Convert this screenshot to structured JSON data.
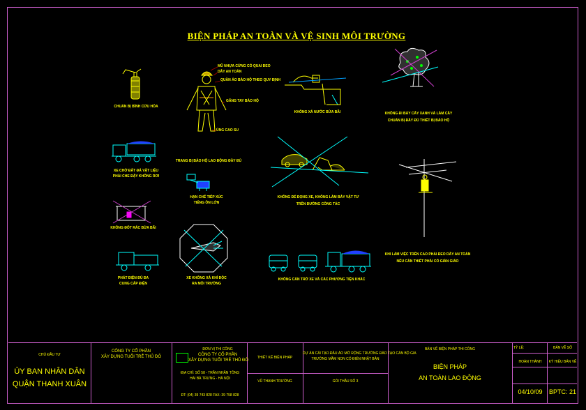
{
  "drawing": {
    "title": "BIỆN PHÁP AN TOÀN VÀ VỆ SINH MÔI TRƯỜNG"
  },
  "callouts": {
    "helmet": "MŨ NHỰA CỨNG CÓ QUAI ĐEO",
    "belt": "DÂY AN TOÀN",
    "clothes": "QUẦN ÁO BẢO HỘ THEO QUY ĐỊNH",
    "gloves": "GĂNG TAY BẢO HỘ",
    "boots": "ỦNG CAO SU"
  },
  "labels": {
    "fire_extinguisher": "CHUẨN BỊ BÌNH CỨU HỎA",
    "no_dump_water": "KHÔNG XẢ NƯỚC BỪA BÃI",
    "tree_1": "KHÔNG ĐI BẢY CÂY XANH VÀ LÀM CÂY",
    "tree_2": "CHUẨN BỊ ĐẦY ĐỦ THIẾT BỊ BẢO HỘ",
    "truck_1": "XE CHỞ ĐẤT ĐÁ VẬT LIỆU",
    "truck_2": "PHẢI CHE ĐẬY KHÔNG RƠI",
    "machine_1": "TRANG BỊ BẢO HỘ LAO ĐỘNG ĐẦY ĐỦ",
    "noise_1": "HẠN CHẾ TIẾP XÚC",
    "noise_2": "TIẾNG ỒN LỚN",
    "no_site_1": "KHÔNG ĐỂ ĐỌNG XE, KHÔNG LÀM BẪY VẬT TƯ",
    "no_site_2": "TRÊN ĐƯỜNG CÔNG TÁC",
    "no_fire": "KHÔNG ĐỐT RÁC BỪA BÃI",
    "generator_1": "PHÁT ĐIỆN ĐỦ ĐA",
    "generator_2": "CUNG CẤP ĐIỆN",
    "no_exhaust_1": "XE KHÔNG XẢ KHÍ ĐỘC",
    "no_exhaust_2": "RA MÔI TRƯỜNG",
    "traffic": "KHÔNG CẢN TRỞ XE VÀ CÁC PHƯƠNG TIỆN KHÁC",
    "electric_1": "KHI LÀM VIỆC TRÊN CAO PHẢI ĐEO DÂY AN TOÀN",
    "electric_2": "NẾU CẦN THIẾT PHẢI CÓ GIÀN GIÁO"
  },
  "title_block": {
    "owner_caption": "CHỦ ĐẦU TƯ",
    "owner_1": "ỦY BAN NHÂN DÂN",
    "owner_2": "QUẬN THANH XUÂN",
    "contractor_1": "CÔNG TY CỔ PHẦN",
    "contractor_2": "XÂY DỰNG TUỔI TRẺ THỦ ĐÔ",
    "unit_caption": "ĐƠN VỊ THI CÔNG",
    "unit_1": "CÔNG TY CỔ PHẦN",
    "unit_2": "XÂY DỰNG TUỔI TRẺ THỦ ĐÔ",
    "unit_addr_1": "ĐỊA CHỈ: SỐ 58 - TRẦN NHÂN TÔNG",
    "unit_addr_2": "HAI BÀ TRƯNG - HÀ NỘI",
    "unit_phone": "ĐT: (04) 39 743 828  FAX: 39 758 828",
    "design_caption": "THIẾT KẾ BIỆN PHÁP",
    "design_name": "VŨ THANH TRƯỜNG",
    "project_1": "DỰ ÁN CẢI TẠO ĐẦU ÁO MỞ RỘNG TRƯỜNG ĐÀO TẠO CÁN BỘ GIA",
    "project_2": "TRƯỜNG MẦM NON CỔ ĐIỂN NHẬT BẢN",
    "project_3": "GÓI THẦU SỐ 3",
    "drawing_caption": "BẢN VẼ BIỆN PHÁP THI CÔNG",
    "drawing_1": "BIỆN PHÁP",
    "drawing_2": "AN TOÀN LAO ĐỘNG",
    "scale_caption": "TỶ LỆ:",
    "scale_value": "BẢN VẼ SỐ",
    "date_caption": "HOÀN THÀNH",
    "sheet_caption": "KÝ HIỆU BẢN VẼ",
    "date": "04/10/09",
    "sheet_no": "BPTC: 21"
  },
  "colors": {
    "frame": "#d060d0",
    "text": "#ffff00",
    "cyan": "#00ffff",
    "white": "#ffffff",
    "green": "#00ff00",
    "magenta": "#ff00ff",
    "cross": "#00a0ff",
    "blue": "#2040ff"
  }
}
